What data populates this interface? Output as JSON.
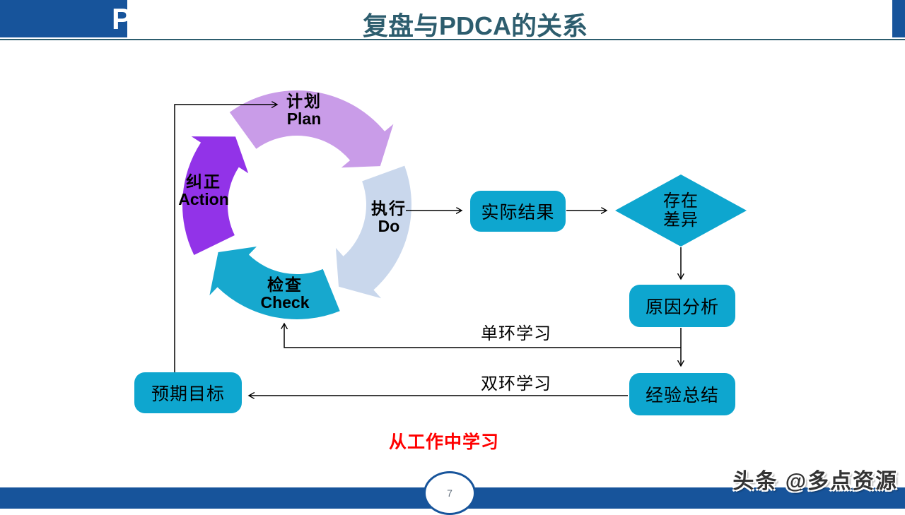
{
  "header": {
    "partial_letter": "P",
    "title": "复盘与PDCA的关系"
  },
  "cycle": {
    "segments": [
      {
        "name": "plan",
        "zh": "计划",
        "en": "Plan",
        "color": "#C99CE8"
      },
      {
        "name": "do",
        "zh": "执行",
        "en": "Do",
        "color": "#C9D7EC"
      },
      {
        "name": "check",
        "zh": "检查",
        "en": "Check",
        "color": "#17A8CE"
      },
      {
        "name": "action",
        "zh": "纠正",
        "en": "Action",
        "color": "#9233E8"
      }
    ]
  },
  "flowchart": {
    "actual_result": "实际结果",
    "gap_diamond": {
      "line1": "存在",
      "line2": "差异"
    },
    "cause_analysis": "原因分析",
    "experience_summary": "经验总结",
    "expected_goal": "预期目标",
    "single_loop_label": "单环学习",
    "double_loop_label": "双环学习",
    "bottom_note": "从工作中学习"
  },
  "footer": {
    "page_number": "7",
    "watermark": "头条 @多点资源"
  },
  "colors": {
    "dark_blue": "#17549B",
    "title_teal": "#2D5D6E",
    "cyan": "#0EA6CF",
    "note_red": "#FF0000",
    "page_num_gray": "#64707E"
  }
}
